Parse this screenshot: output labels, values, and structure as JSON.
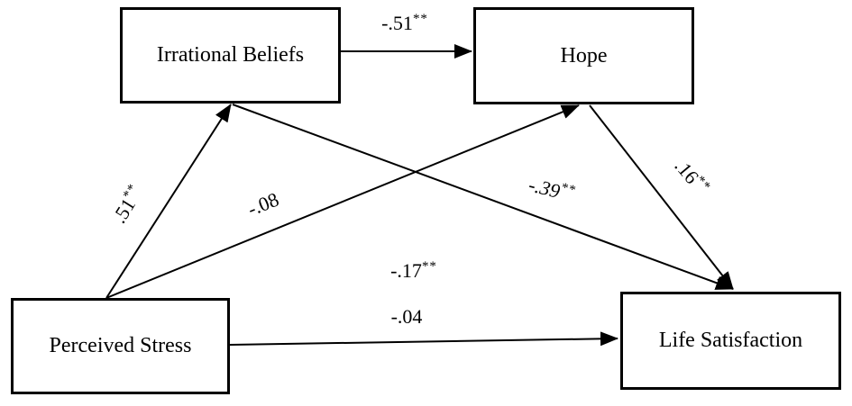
{
  "diagram": {
    "background_color": "#ffffff",
    "line_color": "#000000",
    "nodes": [
      {
        "label": "Irrational Beliefs"
      },
      {
        "label": "Hope"
      },
      {
        "label": "Perceived Stress"
      },
      {
        "label": "Life Satisfaction"
      }
    ],
    "paths": [
      {
        "from": "Irrational Beliefs",
        "to": "Hope",
        "coefficient": "-.51",
        "significance": "**"
      },
      {
        "from": "Perceived Stress",
        "to": "Irrational Beliefs",
        "coefficient": ".51",
        "significance": "**"
      },
      {
        "from": "Perceived Stress",
        "to": "Hope",
        "coefficient": "-.08",
        "significance": ""
      },
      {
        "from": "Irrational Beliefs",
        "to": "Life Satisfaction",
        "coefficient": "-.39",
        "significance": "**"
      },
      {
        "from": "Hope",
        "to": "Life Satisfaction",
        "coefficient": ".16",
        "significance": "**"
      },
      {
        "from": "Perceived Stress",
        "to": "Life Satisfaction",
        "coefficient": "-.17",
        "significance": "**"
      },
      {
        "from": "Perceived Stress",
        "to": "Life Satisfaction",
        "coefficient": "-.04",
        "significance": ""
      }
    ]
  }
}
